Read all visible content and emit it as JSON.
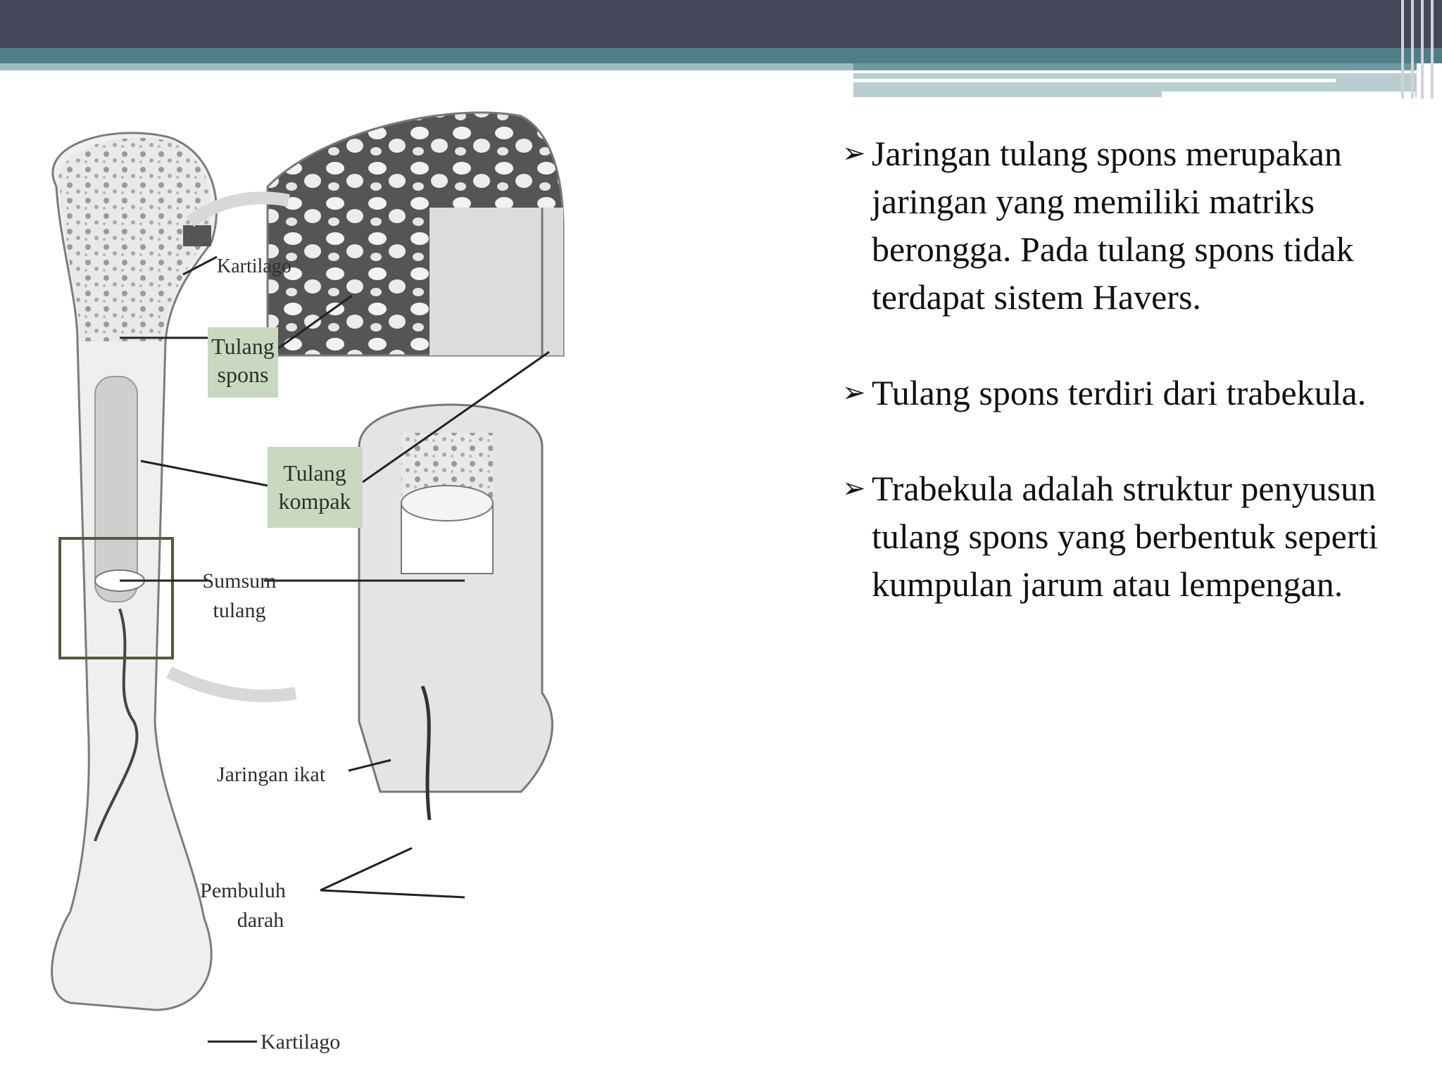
{
  "bullets": [
    {
      "marker_icon": "arrowhead-bullet-icon",
      "text": "Jaringan tulang spons merupakan jaringan yang memiliki matriks berongga. Pada tulang spons tidak terdapat sistem Havers."
    },
    {
      "marker_icon": "arrowhead-bullet-icon",
      "text": "Tulang spons terdiri dari trabekula."
    },
    {
      "marker_icon": "arrowhead-bullet-icon",
      "text": "Trabekula adalah struktur penyusun tulang spons yang berbentuk seperti kumpulan jarum atau lempengan."
    }
  ],
  "diagram": {
    "labels": {
      "kartilago_top": "Kartilago",
      "tulang_spons_1": "Tulang",
      "tulang_spons_2": "spons",
      "tulang_kompak_1": "Tulang",
      "tulang_kompak_2": "kompak",
      "sumsum_1": "Sumsum",
      "sumsum_2": "tulang",
      "jaringan_ikat": "Jaringan ikat",
      "pembuluh_1": "Pembuluh",
      "pembuluh_2": "darah",
      "kartilago_bottom": "Kartilago"
    },
    "label_box_color": "#c9d9c0"
  },
  "theme": {
    "header_dark": "#45475a",
    "header_teal": "#4f7f86"
  }
}
